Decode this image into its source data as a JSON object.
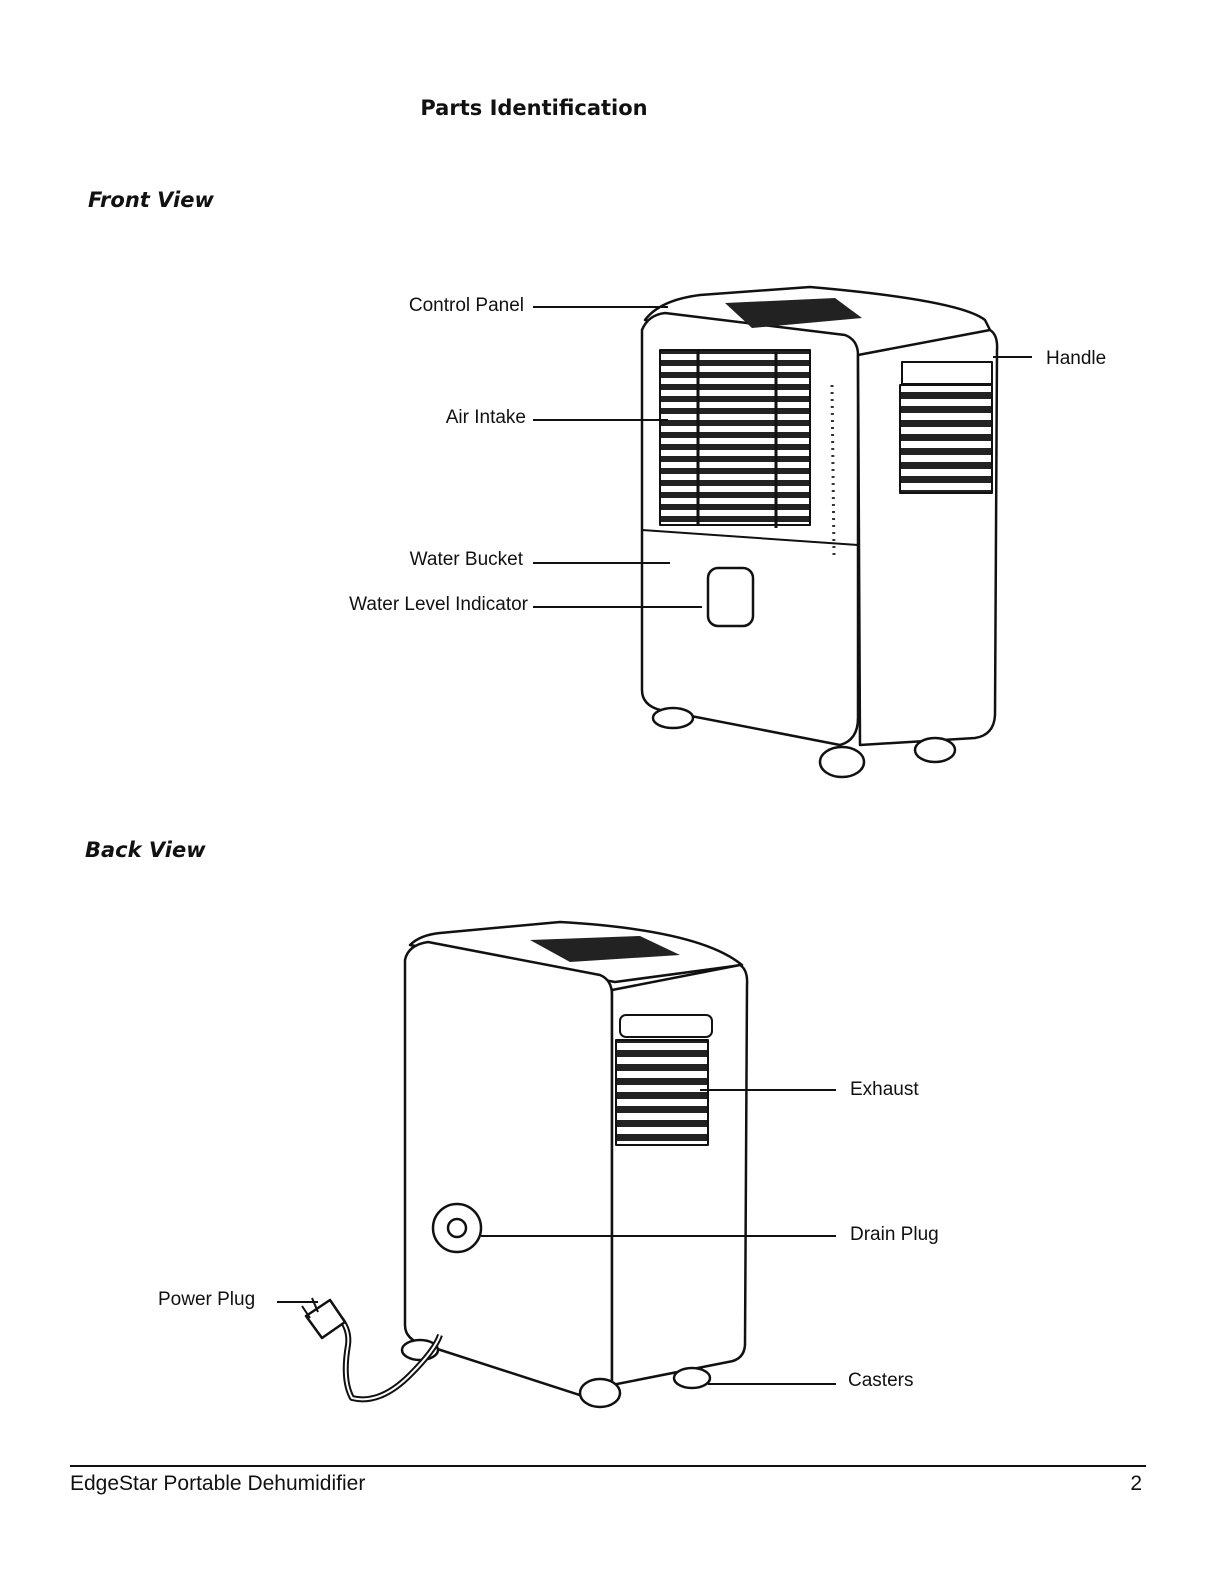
{
  "title": "Parts Identification",
  "front_view": {
    "heading": "Front View",
    "labels": {
      "control_panel": "Control Panel",
      "air_intake": "Air Intake",
      "water_bucket": "Water Bucket",
      "water_level_indicator": "Water Level Indicator",
      "handle": "Handle"
    }
  },
  "back_view": {
    "heading": "Back View",
    "labels": {
      "exhaust": "Exhaust",
      "drain_plug": "Drain Plug",
      "power_plug": "Power Plug",
      "casters": "Casters"
    }
  },
  "footer": {
    "product": "EdgeStar Portable Dehumidifier",
    "page_number": "2"
  }
}
